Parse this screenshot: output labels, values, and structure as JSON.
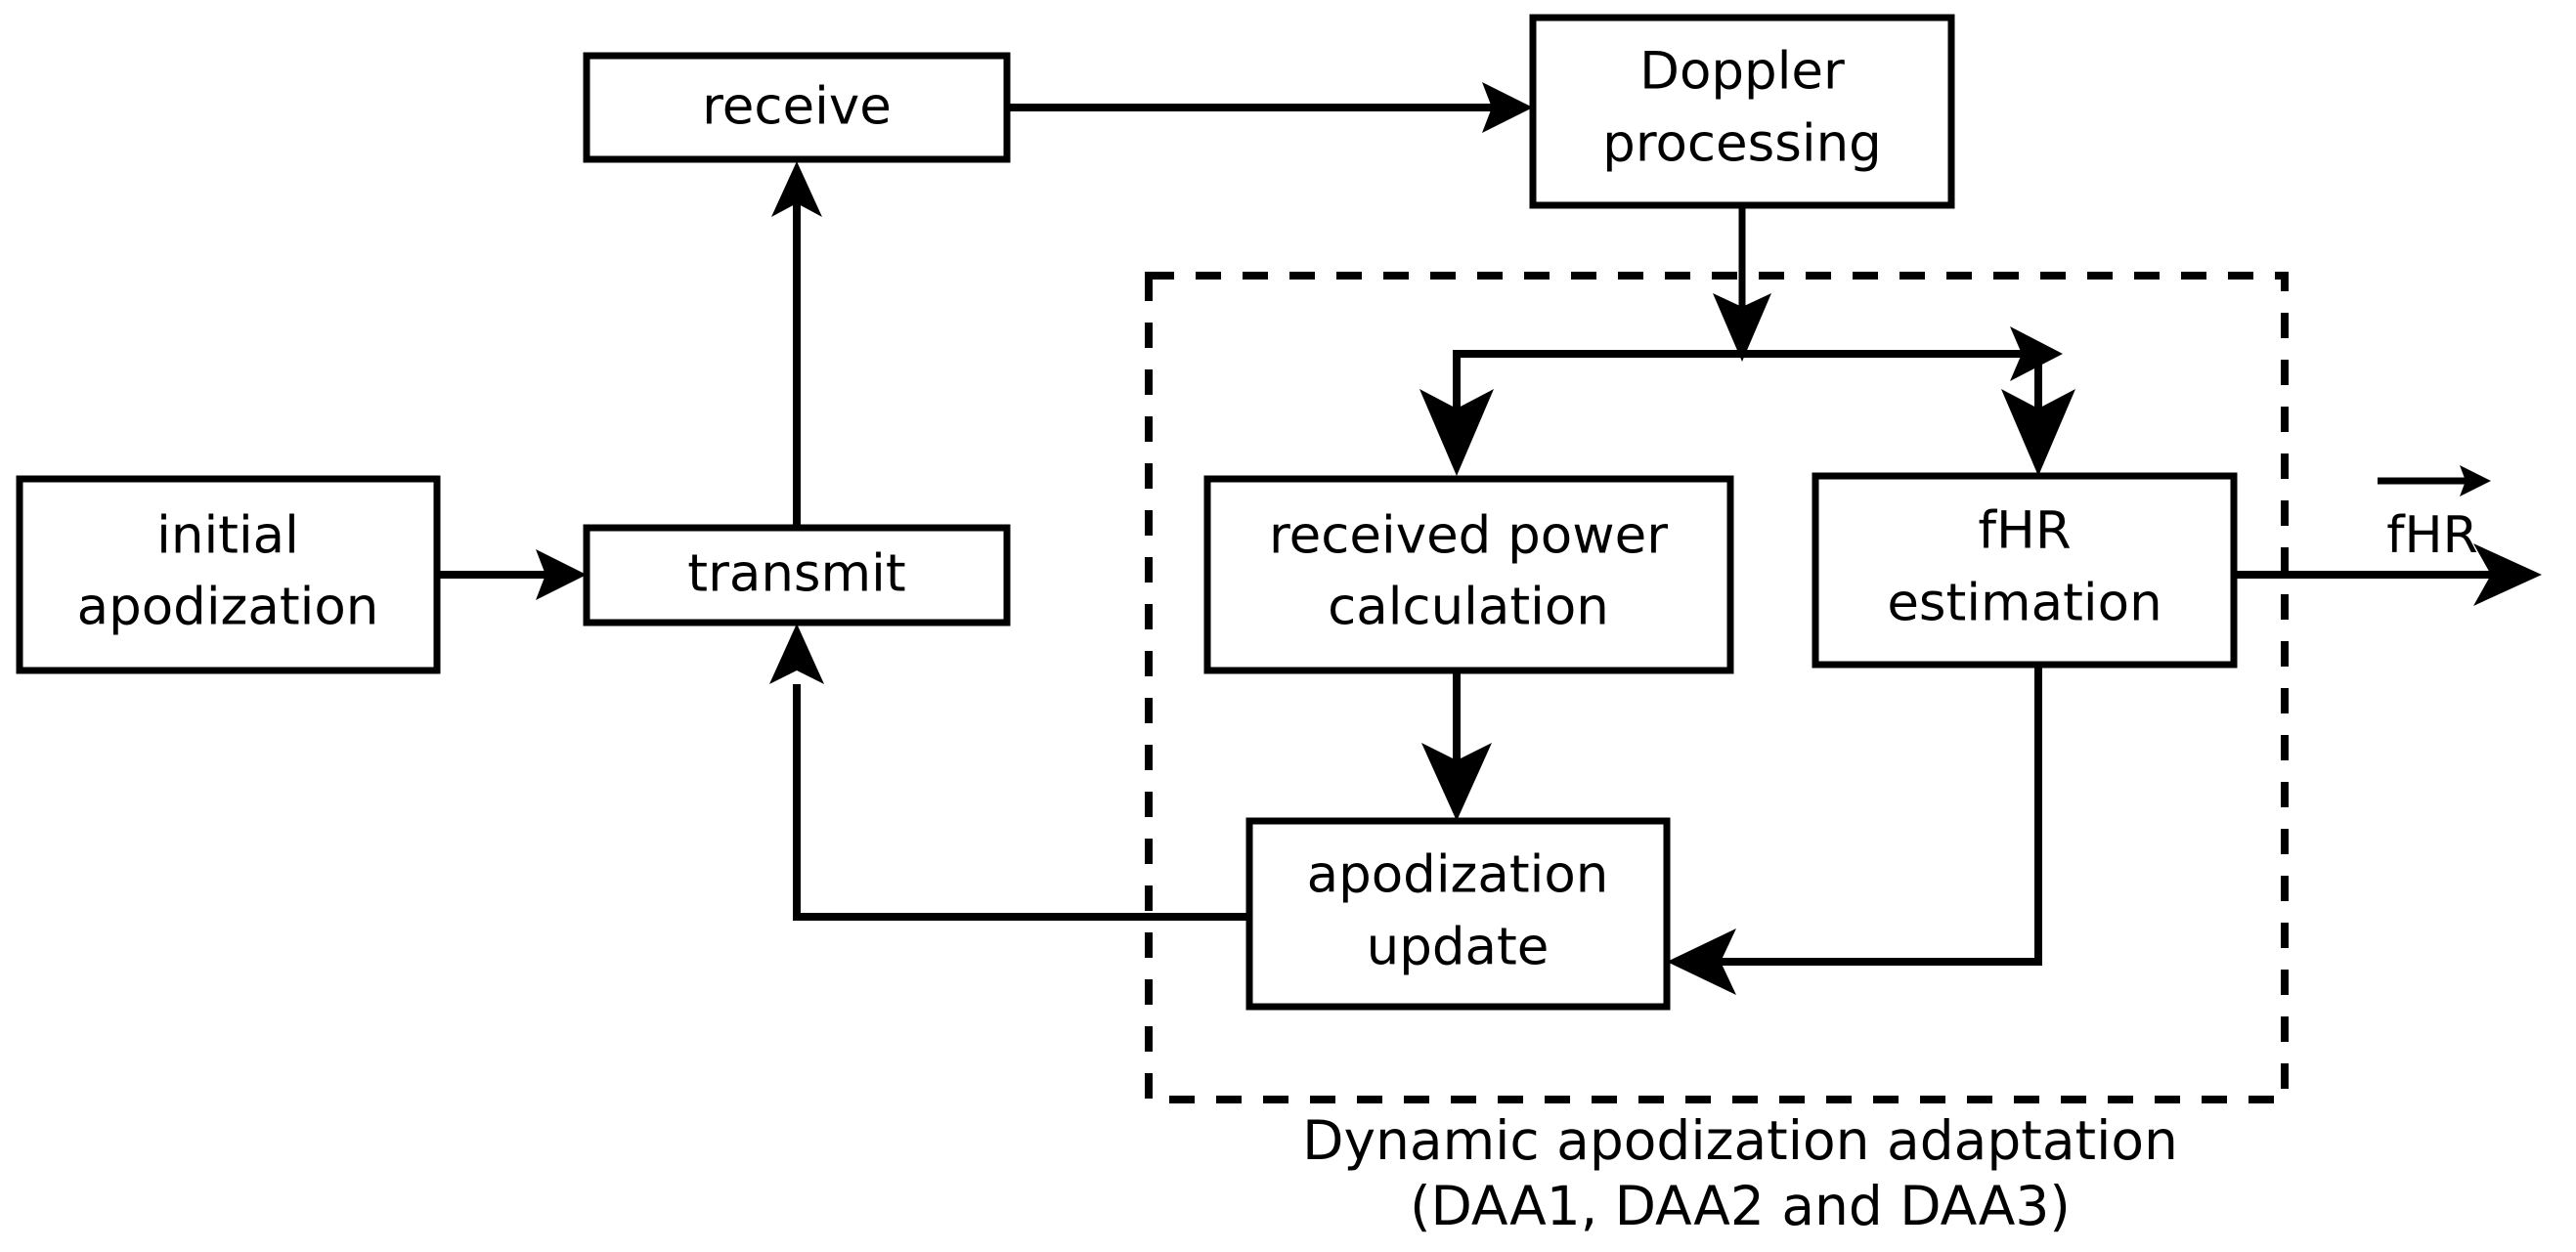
{
  "diagram": {
    "title": "Dynamic apodization adaptation feedback flow",
    "background_color": "#ffffff",
    "line_color": "#000000",
    "nodes": {
      "initial_apodization": {
        "line1": "initial",
        "line2": "apodization"
      },
      "transmit": {
        "line1": "transmit"
      },
      "receive": {
        "line1": "receive"
      },
      "doppler_processing": {
        "line1": "Doppler",
        "line2": "processing"
      },
      "received_power_calculation": {
        "line1": "received power",
        "line2": "calculation"
      },
      "fhr_estimation": {
        "line1": "fHR",
        "line2": "estimation"
      },
      "apodization_update": {
        "line1": "apodization",
        "line2": "update"
      }
    },
    "output": {
      "label": "fHR",
      "vector_notation": "overrightarrow"
    },
    "group": {
      "caption_line1": "Dynamic apodization adaptation",
      "caption_line2": "(DAA1, DAA2 and DAA3)",
      "border_style": "dashed"
    },
    "edges": [
      {
        "name": "initial-apodization-to-transmit",
        "from": "initial_apodization",
        "to": "transmit",
        "arrow": true
      },
      {
        "name": "transmit-to-receive",
        "from": "transmit",
        "to": "receive",
        "arrow": true
      },
      {
        "name": "receive-to-doppler-processing",
        "from": "receive",
        "to": "doppler_processing",
        "arrow": true
      },
      {
        "name": "doppler-processing-to-split",
        "from": "doppler_processing",
        "to": "split_junction",
        "arrow": true
      },
      {
        "name": "split-to-received-power-calculation",
        "from": "split_junction",
        "to": "received_power_calculation",
        "arrow": true
      },
      {
        "name": "split-to-fhr-estimation",
        "from": "split_junction",
        "to": "fhr_estimation",
        "arrow": true
      },
      {
        "name": "received-power-to-apodization-update",
        "from": "received_power_calculation",
        "to": "apodization_update",
        "arrow": true
      },
      {
        "name": "fhr-estimation-to-apodization-update",
        "from": "fhr_estimation",
        "to": "apodization_update",
        "arrow": true
      },
      {
        "name": "apodization-update-to-transmit",
        "from": "apodization_update",
        "to": "transmit",
        "arrow": true
      },
      {
        "name": "fhr-estimation-to-output",
        "from": "fhr_estimation",
        "to": "output",
        "arrow": true
      }
    ]
  }
}
